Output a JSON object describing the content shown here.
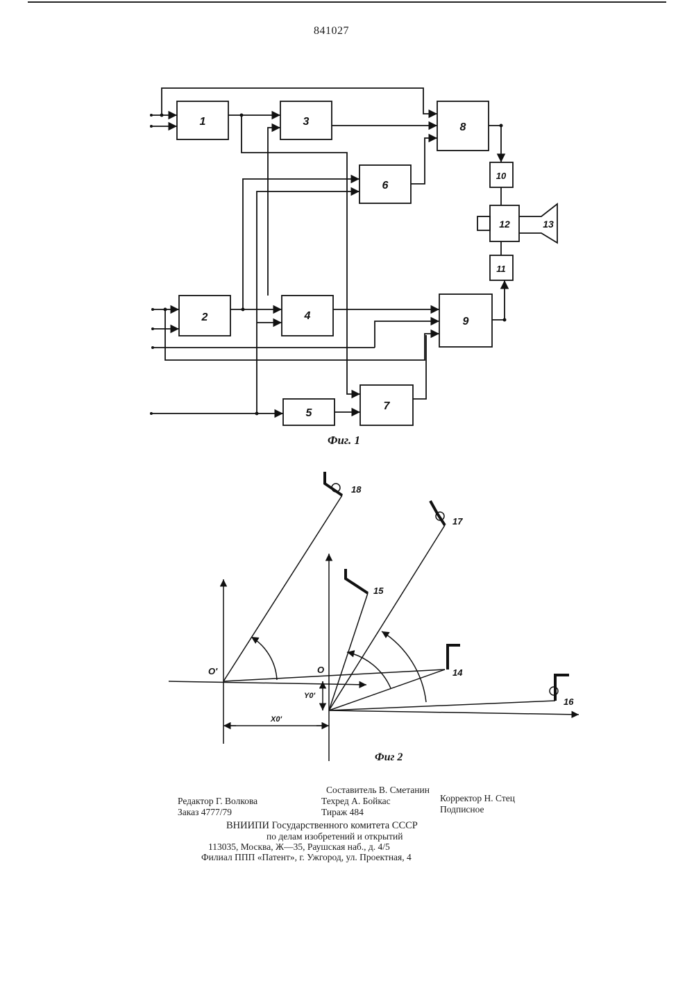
{
  "patent_number": "841027",
  "fig1": {
    "caption": "Фиг. 1",
    "blocks": [
      {
        "id": "1",
        "label": "1"
      },
      {
        "id": "2",
        "label": "2"
      },
      {
        "id": "3",
        "label": "3"
      },
      {
        "id": "4",
        "label": "4"
      },
      {
        "id": "5",
        "label": "5"
      },
      {
        "id": "6",
        "label": "6"
      },
      {
        "id": "7",
        "label": "7"
      },
      {
        "id": "8",
        "label": "8"
      },
      {
        "id": "9",
        "label": "9"
      },
      {
        "id": "10",
        "label": "10"
      },
      {
        "id": "11",
        "label": "11"
      },
      {
        "id": "12",
        "label": "12"
      },
      {
        "id": "13",
        "label": "13"
      }
    ]
  },
  "fig2": {
    "caption": "Фиг 2",
    "labels": {
      "o_prime": "O'",
      "o": "O",
      "y0": "Y0'",
      "x0": "X0'",
      "n14": "14",
      "n15": "15",
      "n16": "16",
      "n17": "17",
      "n18": "18"
    }
  },
  "imprint": {
    "editor": "Редактор Г. Волкова",
    "order": "Заказ 4777/79",
    "compiler": "Составитель В. Сметанин",
    "techred": "Техред А. Бойкас",
    "circulation": "Тираж 484",
    "corrector": "Корректор Н. Стец",
    "subscription": "Подписное",
    "org_line1": "ВНИИПИ Государственного комитета СССР",
    "org_line2": "по делам изобретений и открытий",
    "address": "113035, Москва, Ж—35, Раушская наб., д. 4/5",
    "branch": "Филиал ППП «Патент», г. Ужгород, ул. Проектная, 4"
  }
}
